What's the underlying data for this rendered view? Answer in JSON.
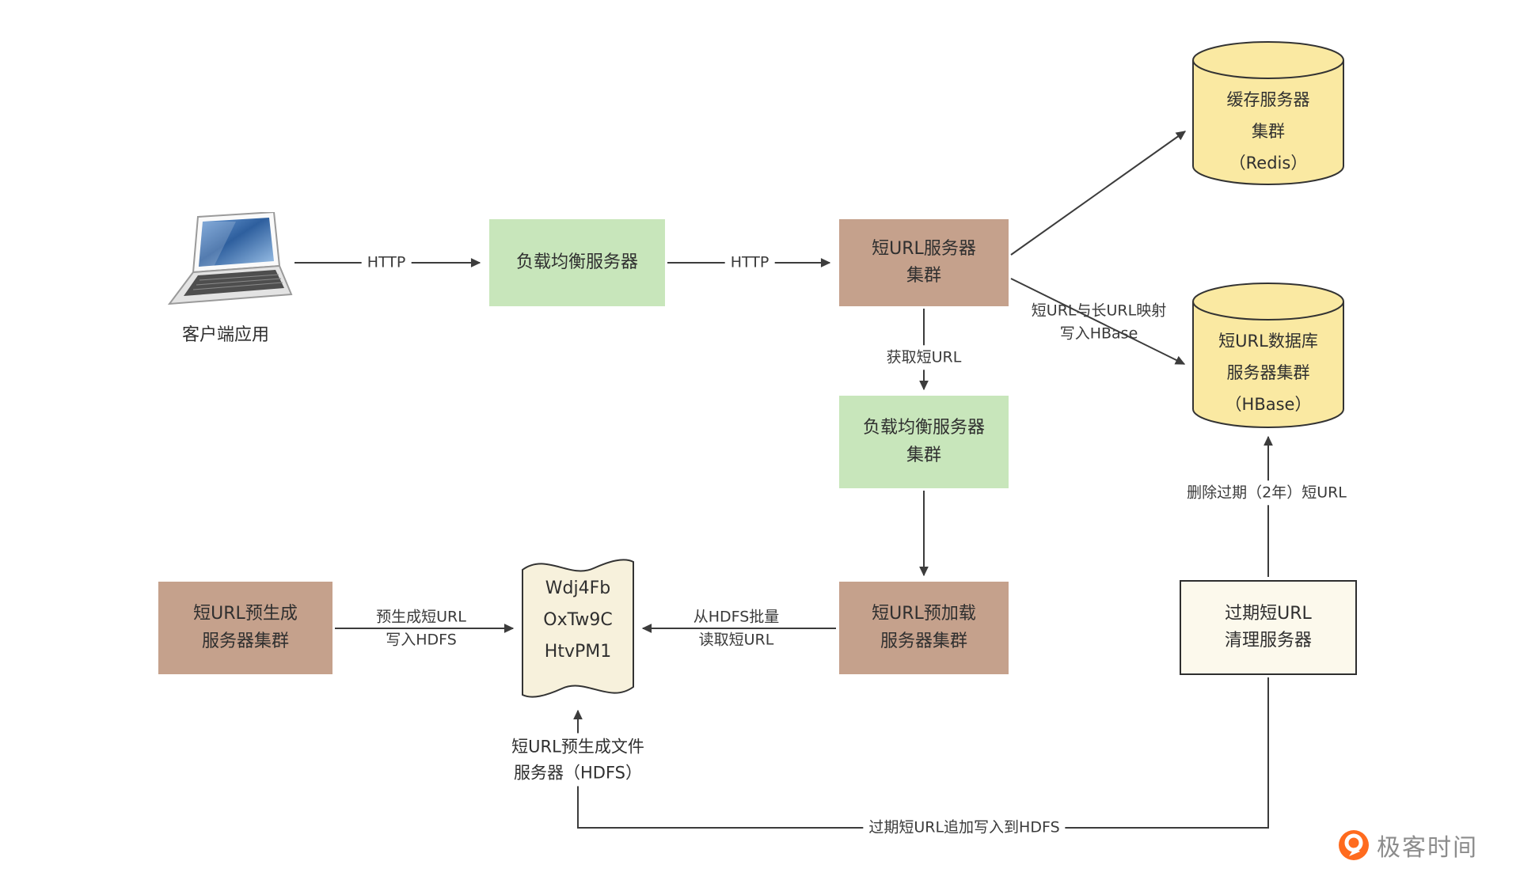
{
  "nodes": {
    "client": {
      "label": "客户端应用"
    },
    "lb1": {
      "label": "负载均衡服务器"
    },
    "short_url_cluster": {
      "line1": "短URL服务器",
      "line2": "集群"
    },
    "redis": {
      "line1": "缓存服务器",
      "line2": "集群",
      "line3": "（Redis）"
    },
    "hbase": {
      "line1": "短URL数据库",
      "line2": "服务器集群",
      "line3": "（HBase）"
    },
    "lb2": {
      "line1": "负载均衡服务器",
      "line2": "集群"
    },
    "preload": {
      "line1": "短URL预加载",
      "line2": "服务器集群"
    },
    "pregen": {
      "line1": "短URL预生成",
      "line2": "服务器集群"
    },
    "hdfs_file": {
      "line1": "Wdj4Fb",
      "line2": "OxTw9C",
      "line3": "HtvPM1"
    },
    "hdfs_caption": {
      "line1": "短URL预生成文件",
      "line2": "服务器（HDFS）"
    },
    "cleanup": {
      "line1": "过期短URL",
      "line2": "清理服务器"
    }
  },
  "edges": {
    "http1": "HTTP",
    "http2": "HTTP",
    "get_short_url": "获取短URL",
    "map_to_hbase_line1": "短URL与长URL映射",
    "map_to_hbase_line2": "写入HBase",
    "read_from_hdfs_line1": "从HDFS批量",
    "read_from_hdfs_line2": "读取短URL",
    "write_to_hdfs_line1": "预生成短URL",
    "write_to_hdfs_line2": "写入HDFS",
    "delete_expired": "删除过期（2年）短URL",
    "append_expired": "过期短URL追加写入到HDFS"
  },
  "logo": {
    "text": "极客时间"
  },
  "colors": {
    "load_balancer_green": "#c8e6bb",
    "server_brown": "#c5a18c",
    "database_yellow": "#fae9a2",
    "file_cream": "#f7f1dc",
    "cleanup_cream": "#fcf9ec",
    "arrow": "#3c3c3c",
    "logo_orange": "#ff6b1e"
  }
}
